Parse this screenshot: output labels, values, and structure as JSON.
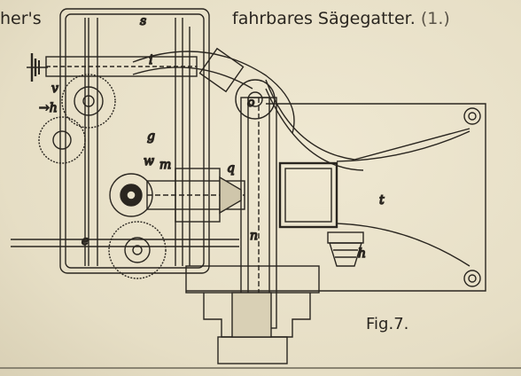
{
  "captions": {
    "left_fragment": "her's",
    "title": "fahrbares Sägegatter.",
    "title_number": "(1.)",
    "figure": "Fig.7."
  },
  "part_labels": {
    "s": "s",
    "i": "i",
    "v": "v",
    "h_left": "→h",
    "g": "g",
    "o": "o",
    "w": "w",
    "m": "m",
    "q": "q",
    "e": "e",
    "n": "n",
    "t": "t",
    "h_right": "h"
  }
}
